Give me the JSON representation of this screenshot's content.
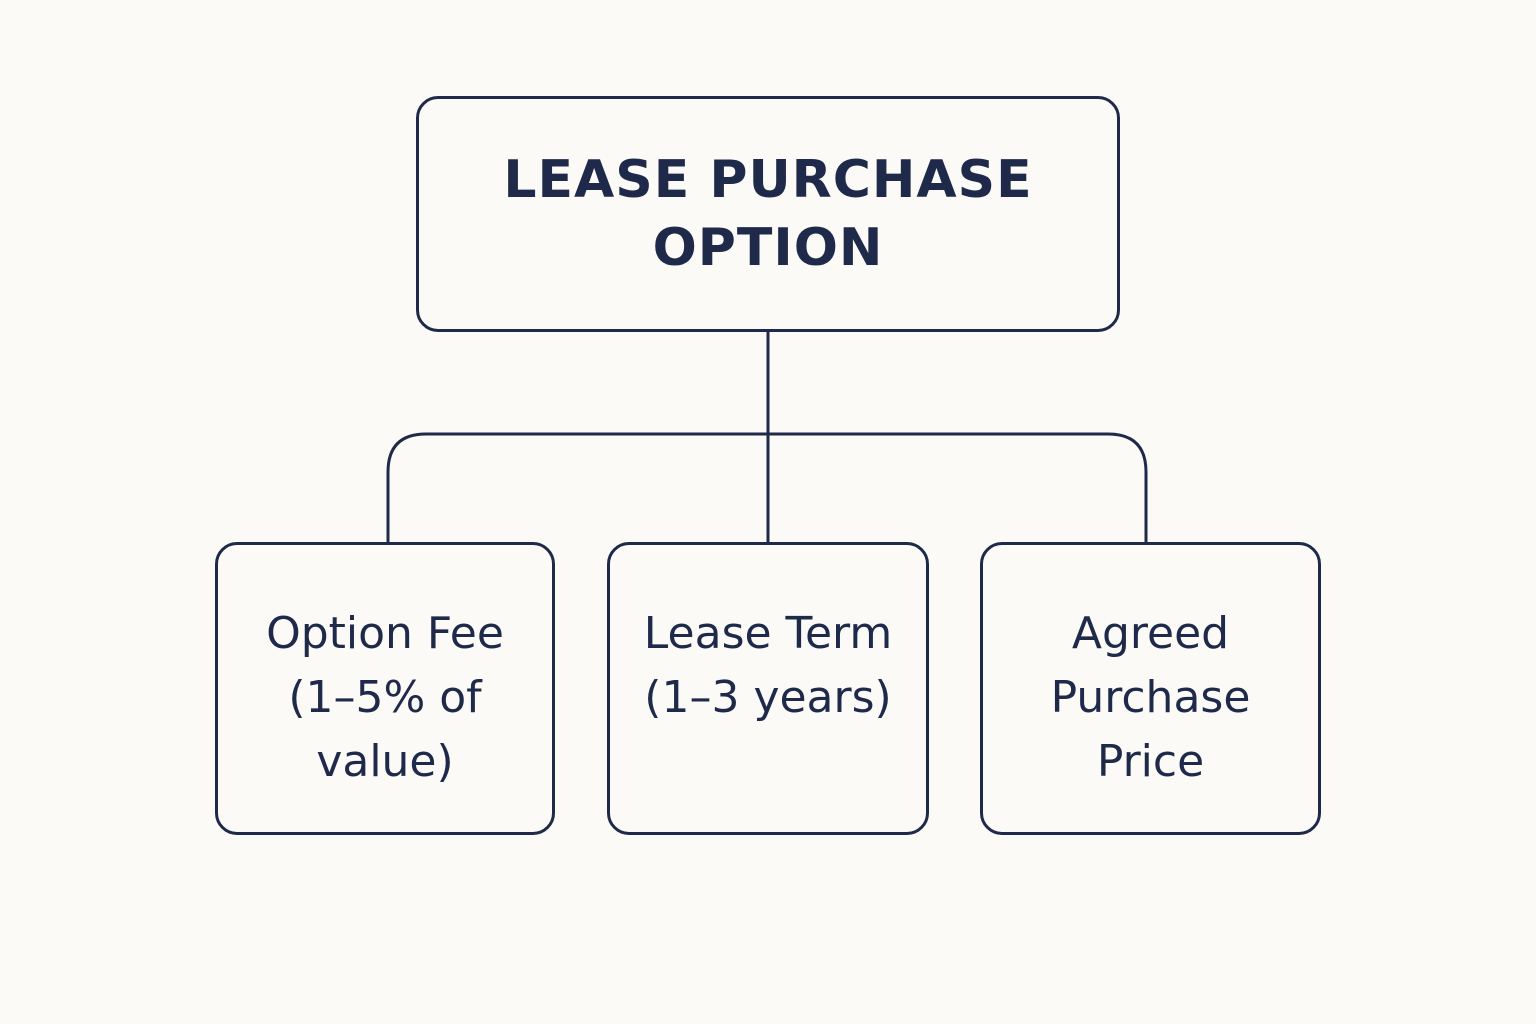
{
  "diagram": {
    "root": {
      "lines": [
        "LEASE PURCHASE",
        "OPTION"
      ]
    },
    "children": [
      {
        "lines": [
          "Option Fee",
          "(1–5% of",
          "value)"
        ]
      },
      {
        "lines": [
          "Lease Term",
          "(1–3 years)"
        ]
      },
      {
        "lines": [
          "Agreed",
          "Purchase",
          "Price"
        ]
      }
    ],
    "colors": {
      "stroke": "#1f2a4a",
      "text": "#1f2a4a",
      "background": "#fbfaf7"
    }
  }
}
